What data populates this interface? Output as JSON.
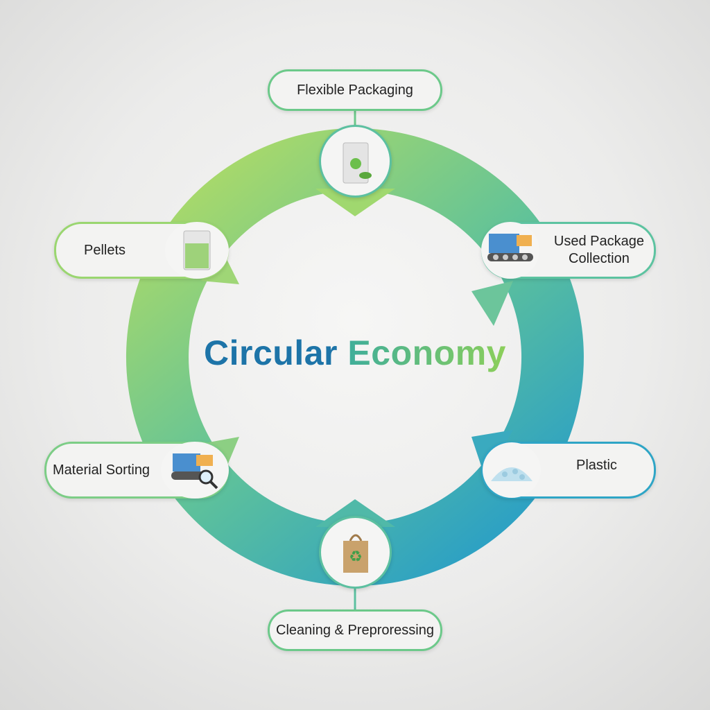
{
  "title": {
    "word1": "Circular",
    "word2": "Economy"
  },
  "nodes": [
    {
      "label": "Flexible Packaging",
      "icon": "packaging-bag-icon"
    },
    {
      "label_line1": "Used Package",
      "label_line2": "Collection",
      "icon": "conveyor-collection-icon"
    },
    {
      "label": "Plastic",
      "icon": "plastic-pile-icon"
    },
    {
      "label": "Cleaning & Preproressing",
      "icon": "recycle-bag-icon"
    },
    {
      "label": "Material Sorting",
      "icon": "sorting-magnifier-icon"
    },
    {
      "label": "Pellets",
      "icon": "pellet-bag-icon"
    }
  ],
  "colors": {
    "green": "#9ad670",
    "teal": "#4fbc9e",
    "blue": "#2a9fc6"
  }
}
